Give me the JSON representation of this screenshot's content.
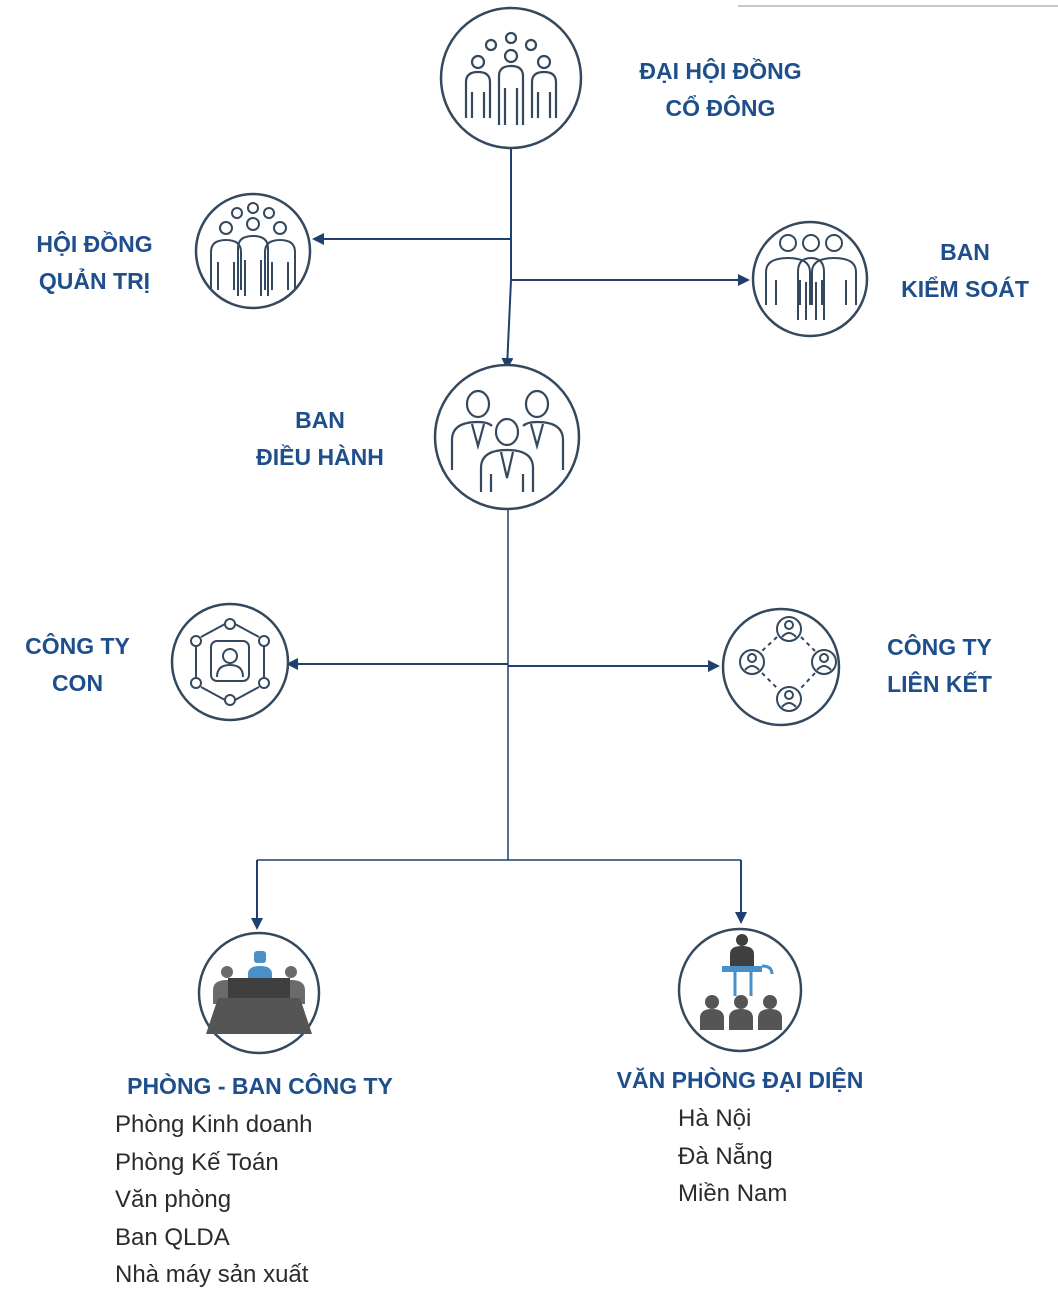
{
  "nodes": {
    "shareholders": {
      "line1": "ĐẠI HỘI ĐỒNG",
      "line2": "CỔ ĐÔNG",
      "icon": "shareholders-group-icon"
    },
    "board": {
      "line1": "HỘI ĐỒNG",
      "line2": "QUẢN TRỊ",
      "icon": "board-group-icon"
    },
    "supervisory": {
      "line1": "BAN",
      "line2": "KIỂM SOÁT",
      "icon": "supervisory-group-icon"
    },
    "executive": {
      "line1": "BAN",
      "line2": "ĐIỀU HÀNH",
      "icon": "executive-team-icon"
    },
    "subsidiary": {
      "line1": "CÔNG TY",
      "line2": "CON",
      "icon": "subsidiary-network-icon"
    },
    "affiliate": {
      "line1": "CÔNG TY",
      "line2": "LIÊN KẾT",
      "icon": "affiliate-network-icon"
    },
    "departments": {
      "title": "PHÒNG - BAN CÔNG TY",
      "icon": "meeting-room-icon",
      "items": [
        "Phòng Kinh doanh",
        "Phòng Kế Toán",
        "Văn phòng",
        "Ban QLDA",
        "Nhà máy sản xuất"
      ]
    },
    "offices": {
      "title": "VĂN PHÒNG ĐẠI DIỆN",
      "icon": "presentation-icon",
      "items": [
        "Hà Nội",
        "Đà Nẵng",
        "Miền Nam"
      ]
    }
  },
  "colors": {
    "label": "#1e4e8c",
    "line": "#1f3f6e",
    "circle": "#34495e",
    "accent": "#4a90c8"
  }
}
